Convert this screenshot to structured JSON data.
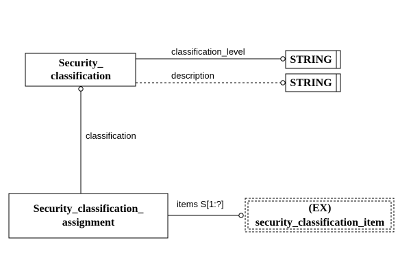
{
  "entities": {
    "security_classification": {
      "line1": "Security_",
      "line2": "classification"
    },
    "security_classification_assignment": {
      "line1": "Security_classification_",
      "line2": "assignment"
    },
    "security_classification_item": {
      "line1": "(EX)",
      "line2": "security_classification_item"
    }
  },
  "types": {
    "string_1": "STRING",
    "string_2": "STRING"
  },
  "relations": {
    "classification_level": "classification_level",
    "description": "description",
    "classification": "classification",
    "items": "items  S[1:?]"
  }
}
